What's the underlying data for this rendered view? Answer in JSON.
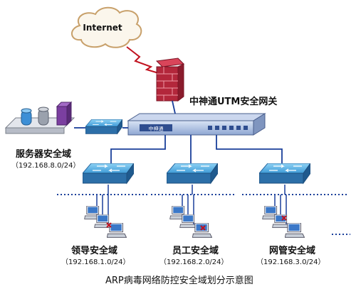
{
  "internet": "Internet",
  "gateway": {
    "label": "中神通UTM安全网关",
    "badge": "中神通"
  },
  "zones": [
    {
      "name": "服务器安全域",
      "subnet": "（192.168.8.0/24）"
    },
    {
      "name": "领导安全域",
      "subnet": "（192.168.1.0/24）"
    },
    {
      "name": "员工安全域",
      "subnet": "（192.168.2.0/24）"
    },
    {
      "name": "网管安全域",
      "subnet": "（192.168.3.0/24）"
    }
  ],
  "caption": "ARP病毒网络防控安全域划分示意图",
  "colors": {
    "switch_top": "#5fb8ea",
    "switch_front": "#2c6fa8",
    "gateway_body": "#9fb4dc",
    "firewall": "#b3273b",
    "cloud_edge": "#c8a06a",
    "dotted": "#1a3f9a",
    "lightning": "#c1121f"
  }
}
